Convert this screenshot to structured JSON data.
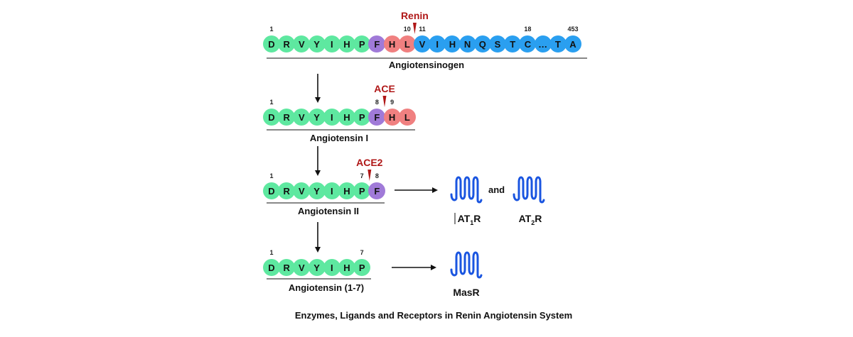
{
  "colors": {
    "green": "#5ee8a0",
    "purple": "#a07ad8",
    "pink": "#f08080",
    "blue": "#2a9ff0",
    "enzyme": "#b01818",
    "receptor": "#1a55e0"
  },
  "rows": [
    {
      "name": "angiotensinogen",
      "label": "Angiotensinogen",
      "beads": [
        {
          "l": "D",
          "c": "green"
        },
        {
          "l": "R",
          "c": "green"
        },
        {
          "l": "V",
          "c": "green"
        },
        {
          "l": "Y",
          "c": "green"
        },
        {
          "l": "I",
          "c": "green"
        },
        {
          "l": "H",
          "c": "green"
        },
        {
          "l": "P",
          "c": "green"
        },
        {
          "l": "F",
          "c": "purple"
        },
        {
          "l": "H",
          "c": "pink"
        },
        {
          "l": "L",
          "c": "pink"
        },
        {
          "l": "V",
          "c": "blue"
        },
        {
          "l": "I",
          "c": "blue"
        },
        {
          "l": "H",
          "c": "blue"
        },
        {
          "l": "N",
          "c": "blue"
        },
        {
          "l": "Q",
          "c": "blue"
        },
        {
          "l": "S",
          "c": "blue"
        },
        {
          "l": "T",
          "c": "blue"
        },
        {
          "l": "C",
          "c": "blue"
        },
        {
          "l": "…",
          "c": "blue"
        },
        {
          "l": "T",
          "c": "blue"
        },
        {
          "l": "A",
          "c": "blue"
        }
      ],
      "numbers": [
        {
          "t": "1",
          "i": 0
        },
        {
          "t": "10",
          "i": 9
        },
        {
          "t": "11",
          "i": 10
        },
        {
          "t": "18",
          "i": 17
        },
        {
          "t": "453",
          "i": 20
        }
      ],
      "enzyme": {
        "t": "Renin",
        "after": 9
      }
    },
    {
      "name": "angiotensin-1",
      "label": "Angiotensin I",
      "beads": [
        {
          "l": "D",
          "c": "green"
        },
        {
          "l": "R",
          "c": "green"
        },
        {
          "l": "V",
          "c": "green"
        },
        {
          "l": "Y",
          "c": "green"
        },
        {
          "l": "I",
          "c": "green"
        },
        {
          "l": "H",
          "c": "green"
        },
        {
          "l": "P",
          "c": "green"
        },
        {
          "l": "F",
          "c": "purple"
        },
        {
          "l": "H",
          "c": "pink"
        },
        {
          "l": "L",
          "c": "pink"
        }
      ],
      "numbers": [
        {
          "t": "1",
          "i": 0
        },
        {
          "t": "8",
          "i": 7
        },
        {
          "t": "9",
          "i": 8
        }
      ],
      "enzyme": {
        "t": "ACE",
        "after": 7
      }
    },
    {
      "name": "angiotensin-2",
      "label": "Angiotensin II",
      "beads": [
        {
          "l": "D",
          "c": "green"
        },
        {
          "l": "R",
          "c": "green"
        },
        {
          "l": "V",
          "c": "green"
        },
        {
          "l": "Y",
          "c": "green"
        },
        {
          "l": "I",
          "c": "green"
        },
        {
          "l": "H",
          "c": "green"
        },
        {
          "l": "P",
          "c": "green"
        },
        {
          "l": "F",
          "c": "purple"
        }
      ],
      "numbers": [
        {
          "t": "1",
          "i": 0
        },
        {
          "t": "7",
          "i": 6
        },
        {
          "t": "8",
          "i": 7
        }
      ],
      "enzyme": {
        "t": "ACE2",
        "after": 6
      }
    },
    {
      "name": "angiotensin-1-7",
      "label": "Angiotensin (1-7)",
      "beads": [
        {
          "l": "D",
          "c": "green"
        },
        {
          "l": "R",
          "c": "green"
        },
        {
          "l": "V",
          "c": "green"
        },
        {
          "l": "Y",
          "c": "green"
        },
        {
          "l": "I",
          "c": "green"
        },
        {
          "l": "H",
          "c": "green"
        },
        {
          "l": "P",
          "c": "green"
        }
      ],
      "numbers": [
        {
          "t": "1",
          "i": 0
        },
        {
          "t": "7",
          "i": 6
        }
      ],
      "enzyme": null
    }
  ],
  "receptors": {
    "at1r": {
      "main": "AT",
      "sub": "1",
      "suffix": "R"
    },
    "at2r": {
      "main": "AT",
      "sub": "2",
      "suffix": "R"
    },
    "masr": {
      "label": "MasR"
    },
    "and_text": "and"
  },
  "icons": [
    "receptor-icon",
    "cleavage-marker-icon",
    "arrow-icon"
  ],
  "caption": "Enzymes, Ligands and Receptors in Renin Angiotensin System"
}
